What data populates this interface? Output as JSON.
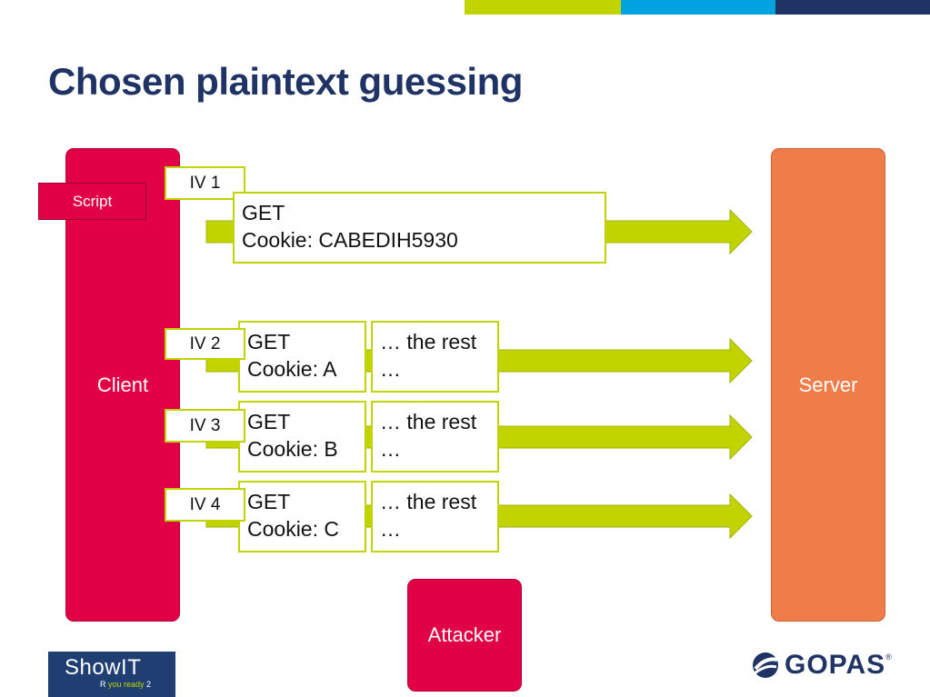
{
  "header": {
    "title": "Chosen plaintext guessing",
    "stripe_colors": [
      "#c2d400",
      "#00a3e0",
      "#1f3364"
    ]
  },
  "nodes": {
    "client": "Client",
    "server": "Server",
    "attacker": "Attacker",
    "script": "Script"
  },
  "requests": [
    {
      "iv": "IV 1",
      "line1": "GET",
      "line2": "Cookie: CABEDIH5930"
    },
    {
      "iv": "IV 2",
      "line1": "GET",
      "line2": "Cookie: A",
      "rest1": "… the rest",
      "rest2": "…"
    },
    {
      "iv": "IV 3",
      "line1": "GET",
      "line2": "Cookie: B",
      "rest1": "… the rest",
      "rest2": "…"
    },
    {
      "iv": "IV 4",
      "line1": "GET",
      "line2": "Cookie: C",
      "rest1": "… the rest",
      "rest2": "…"
    }
  ],
  "footer": {
    "showit_main": "ShowIT",
    "showit_r": "R ",
    "showit_you": "you ready",
    "showit_2": " 2",
    "gopas": "GOPAS",
    "gopas_reg": "®"
  },
  "colors": {
    "client": "#e10045",
    "server": "#ef7d4a",
    "arrow": "#c2d400",
    "title": "#1f3364"
  }
}
